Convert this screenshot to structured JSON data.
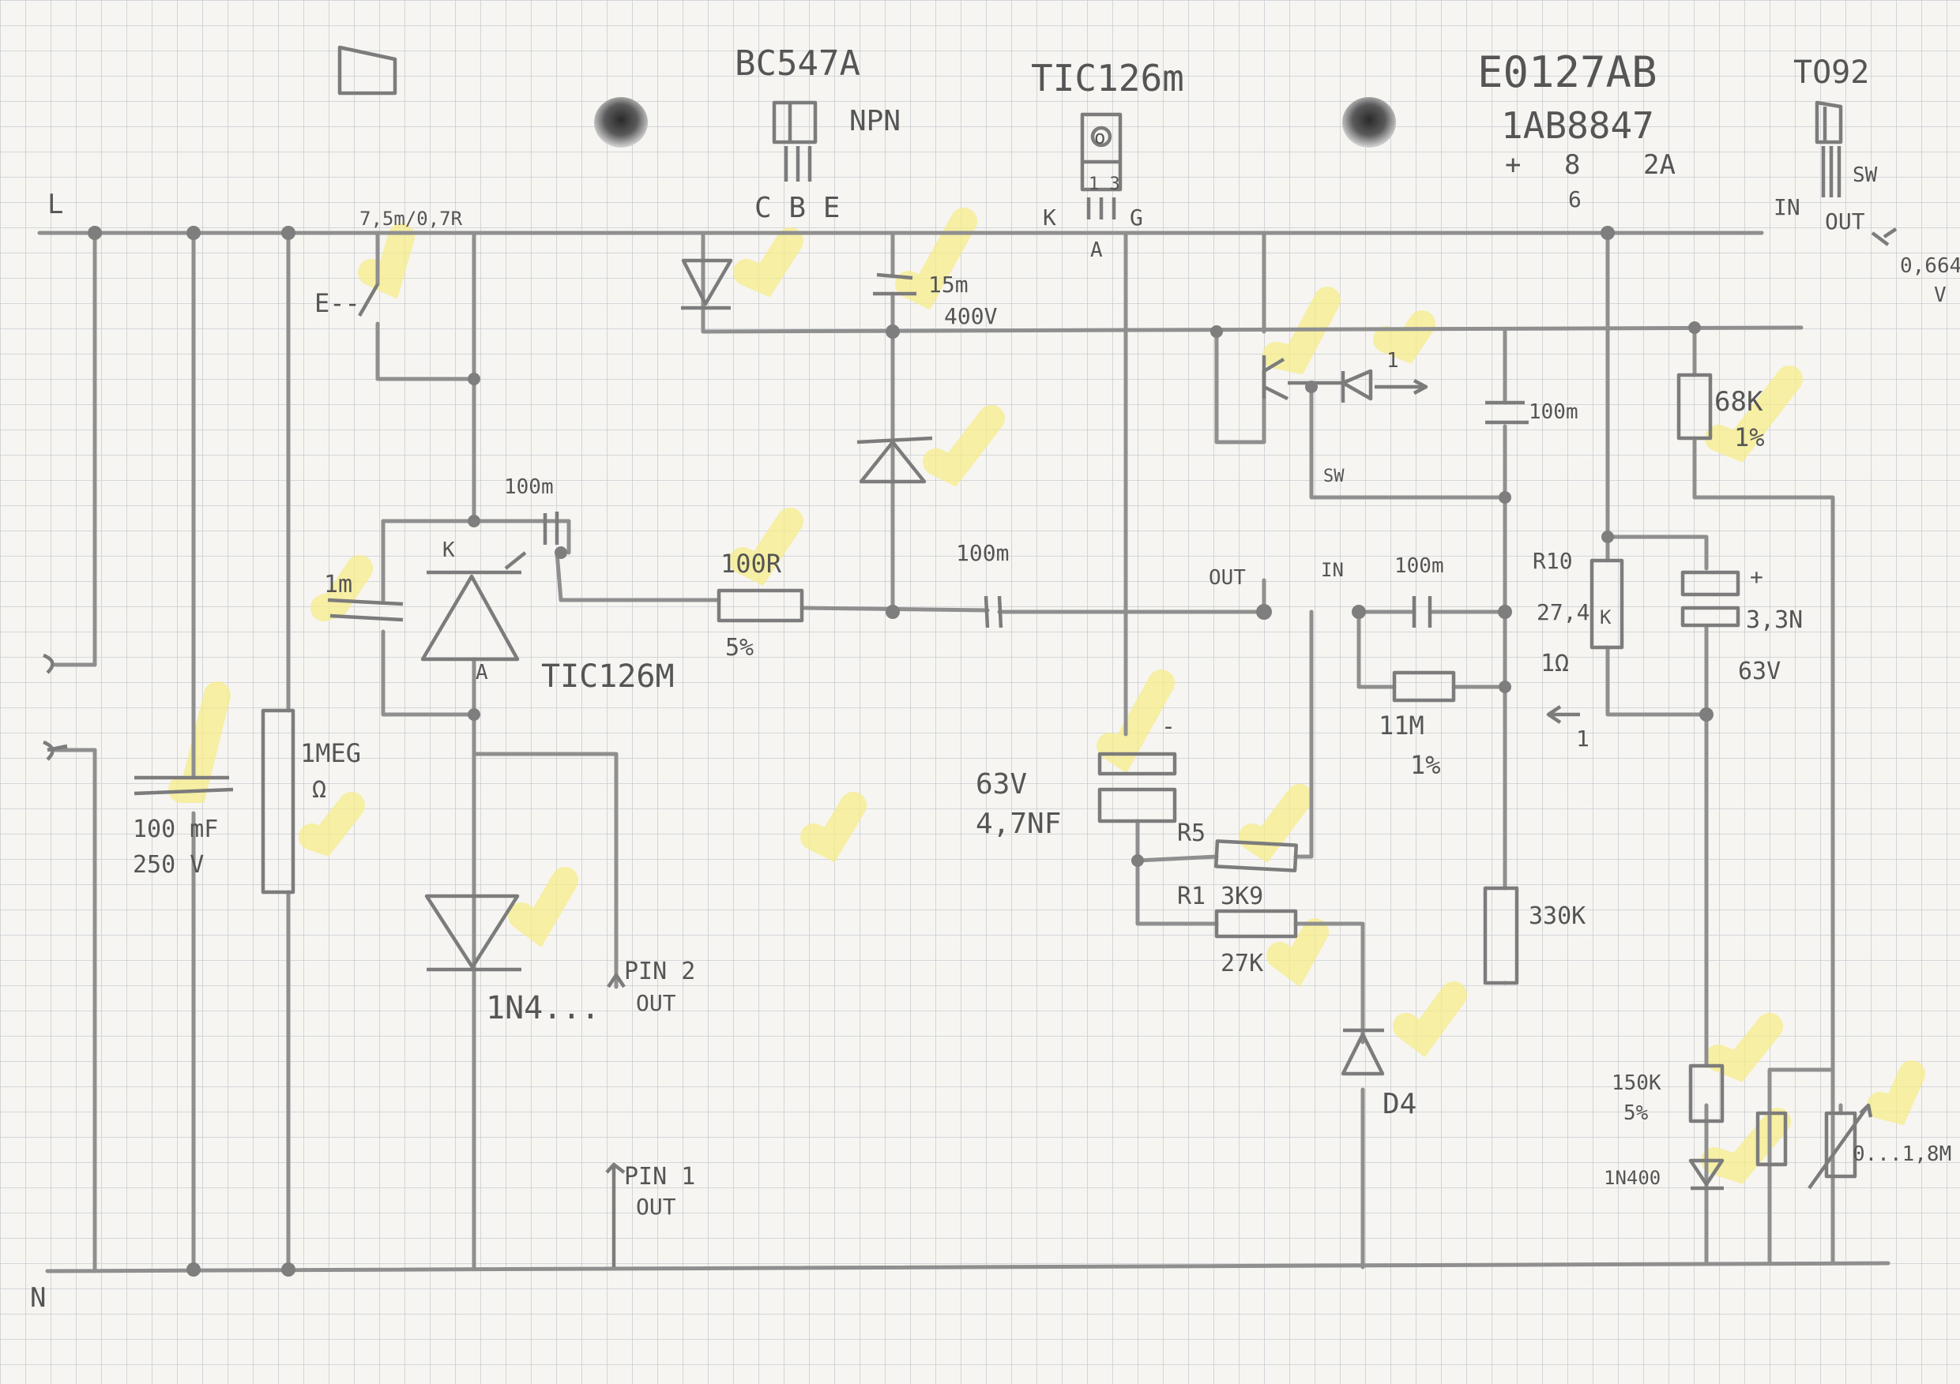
{
  "rails": {
    "top": "L",
    "bottom": "N"
  },
  "header": {
    "icon_note": "",
    "bc547": "BC547A",
    "npn": "NPN",
    "pins_cbe": "C B E",
    "tic_top": "TIC126m",
    "tic_pin_o": "o",
    "tic_pin_num": "1 3",
    "tic_pin_k": "K",
    "tic_pin_g": "G",
    "tic_pin_a": "A",
    "ic_code": "E0127AB",
    "ic_code2": "1AB8847",
    "ic_plus": "+",
    "ic_8": "8",
    "ic_2a": "2A",
    "ic_6": "6",
    "to92": "TO92",
    "sw_label": "SW",
    "in_label": "IN",
    "out_label": "OUT",
    "volt": "0,664",
    "volt_unit": "V"
  },
  "labels": {
    "fuse": "7,5m/0,7R",
    "e_switch": "E--",
    "cap_100mF": "100 mF",
    "cap_250V": "250 V",
    "res_1meg": "1MEG",
    "res_ohm": "Ω",
    "cap_1m": "1m",
    "cap_100m_k": "100m",
    "scr_k": "K",
    "scr_a": "A",
    "tic_bottom": "TIC126M",
    "diode_1n4": "1N4...",
    "pin2": "PIN 2",
    "pin2_out": "OUT",
    "pin1": "PIN 1",
    "pin1_out": "OUT",
    "res_100r": "100R",
    "res_5pct": "5%",
    "cap_15m": "15m",
    "cap_400v": "400V",
    "cap_100m_mid": "100m",
    "cap_63v": "63V",
    "cap_47nf": "4,7NF",
    "cap_minus": "-",
    "out_node": "OUT",
    "in_node": "IN",
    "cap_100m_in": "100m",
    "res_11m": "11M",
    "res_1pct": "1%",
    "r5": "R5",
    "r1": "R1",
    "r1_val": "3K9",
    "r27k": "27K",
    "d4": "D4",
    "sw_small": "SW",
    "opto_1": "1",
    "cap_100m_right": "100m",
    "res_330k": "330K",
    "r10": "R10",
    "r10_val": "27,4",
    "r10_k": "K",
    "r10_ohm": "1Ω",
    "r10_arrow": "1",
    "res_68k": "68K",
    "res_68k_pct": "1%",
    "cap_plus": "+",
    "cap_33n": "3,3N",
    "cap_63v_right": "63V",
    "res_150k": "150K",
    "res_150k_pct": "5%",
    "diode_1n400": "1N400",
    "var_res": "0...1,8M"
  },
  "colors": {
    "pencil": "#8f8f8f",
    "highlight": "#f5ec8a",
    "grid": "#c9ccd2",
    "paper": "#f6f5f1"
  }
}
